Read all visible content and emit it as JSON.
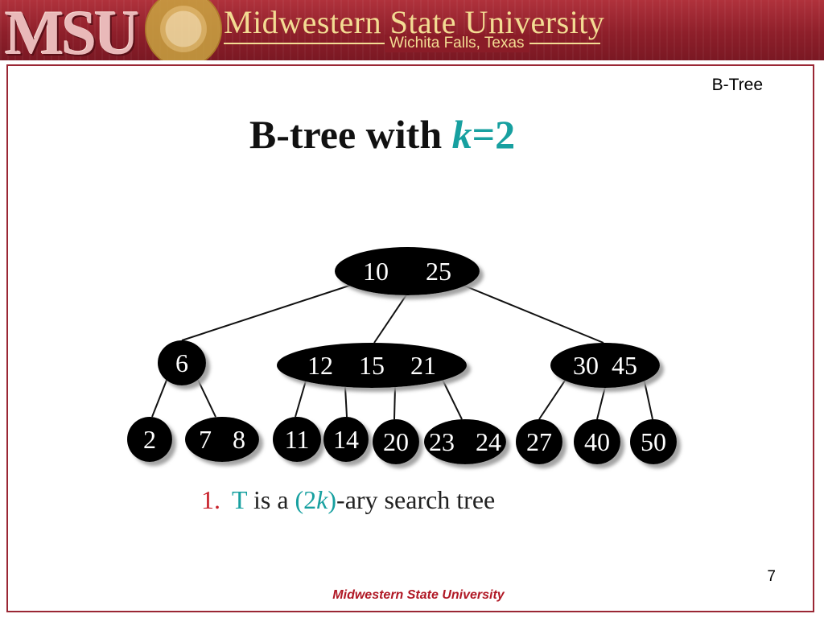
{
  "banner": {
    "logo_text": "MSU",
    "university": "Midwestern State University",
    "location": "Wichita Falls, Texas"
  },
  "slide": {
    "label": "B-Tree",
    "title": {
      "prefix": "B-tree with ",
      "variable": "k",
      "suffix": "=2"
    },
    "statement": {
      "number": "1.",
      "part1": "T",
      "part2": " is a ",
      "part3_open": "(2",
      "part3_var": "k",
      "part3_close": ")",
      "part4": "-ary search tree"
    },
    "page_number": "7",
    "footer": "Midwestern State University"
  },
  "tree": {
    "nodes": [
      {
        "id": "root",
        "keys": [
          "10",
          "25"
        ],
        "parent": null,
        "level": 0
      },
      {
        "id": "n6",
        "keys": [
          "6"
        ],
        "parent": "root",
        "level": 1
      },
      {
        "id": "n12",
        "keys": [
          "12",
          "15",
          "21"
        ],
        "parent": "root",
        "level": 1
      },
      {
        "id": "n30",
        "keys": [
          "30",
          "45"
        ],
        "parent": "root",
        "level": 1
      },
      {
        "id": "n2",
        "keys": [
          "2"
        ],
        "parent": "n6",
        "level": 2
      },
      {
        "id": "n78",
        "keys": [
          "7",
          "8"
        ],
        "parent": "n6",
        "level": 2
      },
      {
        "id": "n11",
        "keys": [
          "11"
        ],
        "parent": "n12",
        "level": 2
      },
      {
        "id": "n14",
        "keys": [
          "14"
        ],
        "parent": "n12",
        "level": 2
      },
      {
        "id": "n20",
        "keys": [
          "20"
        ],
        "parent": "n12",
        "level": 2
      },
      {
        "id": "n2324",
        "keys": [
          "23",
          "24"
        ],
        "parent": "n12",
        "level": 2
      },
      {
        "id": "n27",
        "keys": [
          "27"
        ],
        "parent": "n30",
        "level": 2
      },
      {
        "id": "n40",
        "keys": [
          "40"
        ],
        "parent": "n30",
        "level": 2
      },
      {
        "id": "n50",
        "keys": [
          "50"
        ],
        "parent": "n30",
        "level": 2
      }
    ]
  },
  "colors": {
    "banner": "#8e1f2a",
    "banner_text": "#f3dc93",
    "frame": "#9a2734",
    "node_fill": "#000000",
    "node_text": "#ffffff",
    "accent_teal": "#17a0a0",
    "accent_red": "#c8202a",
    "footer": "#b01825"
  }
}
